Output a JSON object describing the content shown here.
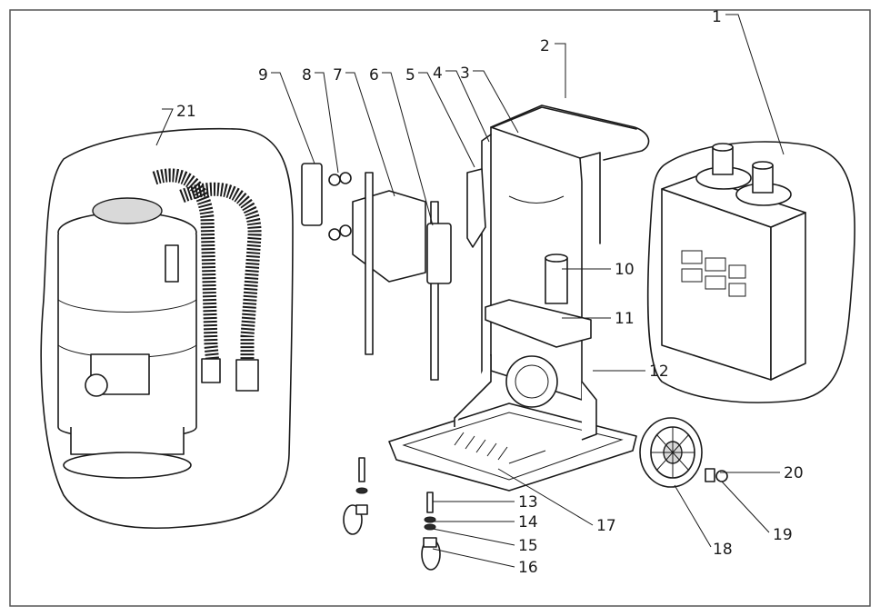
{
  "diagram": {
    "callouts": [
      "1",
      "2",
      "3",
      "4",
      "5",
      "6",
      "7",
      "8",
      "9",
      "10",
      "11",
      "12",
      "13",
      "14",
      "15",
      "16",
      "17",
      "18",
      "19",
      "20",
      "21"
    ]
  },
  "colors": {
    "line": "#1a1a1a",
    "background": "#ffffff",
    "frame": "#555555"
  }
}
